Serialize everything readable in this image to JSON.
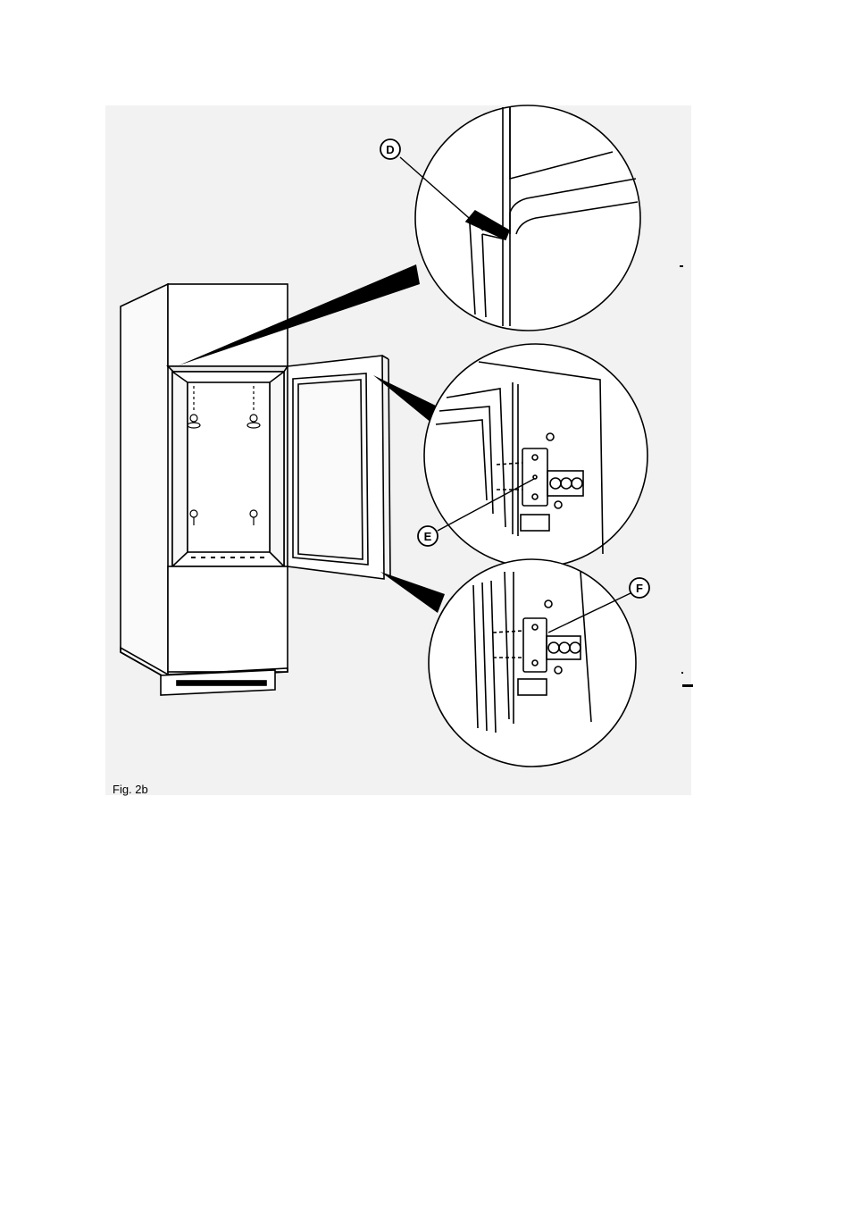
{
  "figure": {
    "caption": "Fig. 2b",
    "callouts": {
      "d": "D",
      "e": "E",
      "f": "F"
    }
  }
}
